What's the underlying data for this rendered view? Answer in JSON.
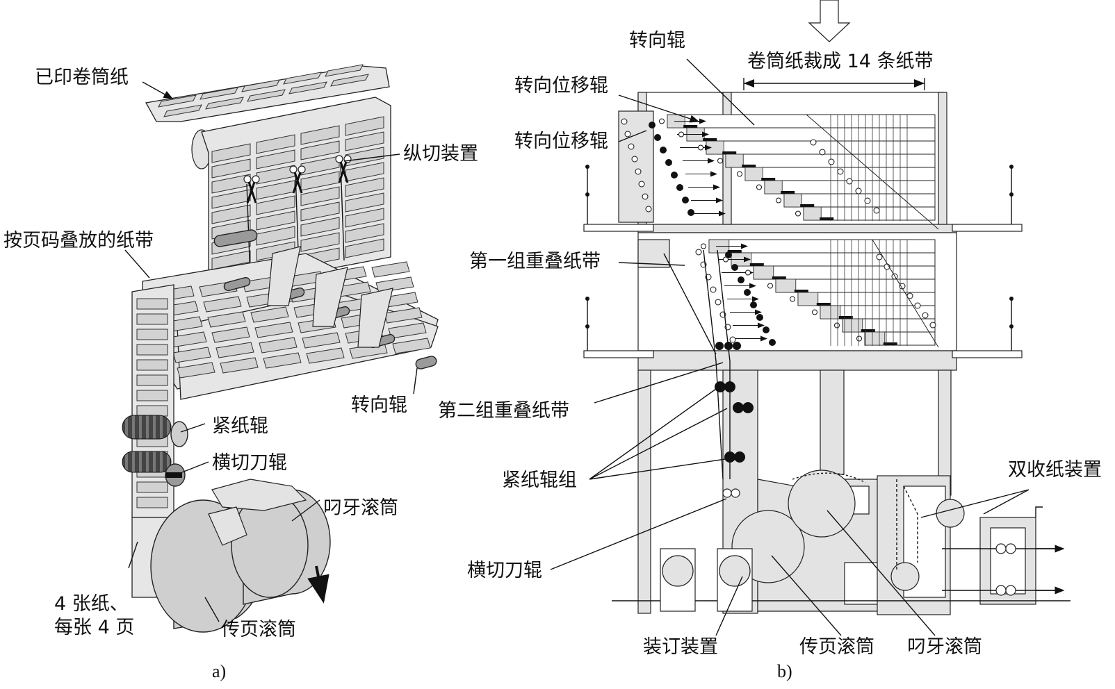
{
  "figure_a": {
    "caption": "a)",
    "labels": {
      "printed_web": "已印卷筒纸",
      "slitter": "纵切装置",
      "stacked_ribbons": "按页码叠放的纸带",
      "turning_roller": "转向辊",
      "nip_roller": "紧纸辊",
      "cross_cut_roller": "横切刀辊",
      "gripper_cylinder": "叼牙滚筒",
      "sheets_line1": "4 张纸、",
      "sheets_line2": "每张 4 页",
      "transfer_cylinder": "传页滚筒"
    }
  },
  "figure_b": {
    "caption": "b)",
    "labels": {
      "turning_roller": "转向辊",
      "web_slit": "卷筒纸裁成 14 条纸带",
      "shift_roller_1": "转向位移辊",
      "shift_roller_2": "转向位移辊",
      "first_group": "第一组重叠纸带",
      "second_group": "第二组重叠纸带",
      "nip_roller_group": "紧纸辊组",
      "double_delivery": "双收纸装置",
      "cross_cut_roller": "横切刀辊",
      "binding_device": "装订装置",
      "transfer_cylinder": "传页滚筒",
      "gripper_cylinder": "叼牙滚筒"
    }
  }
}
